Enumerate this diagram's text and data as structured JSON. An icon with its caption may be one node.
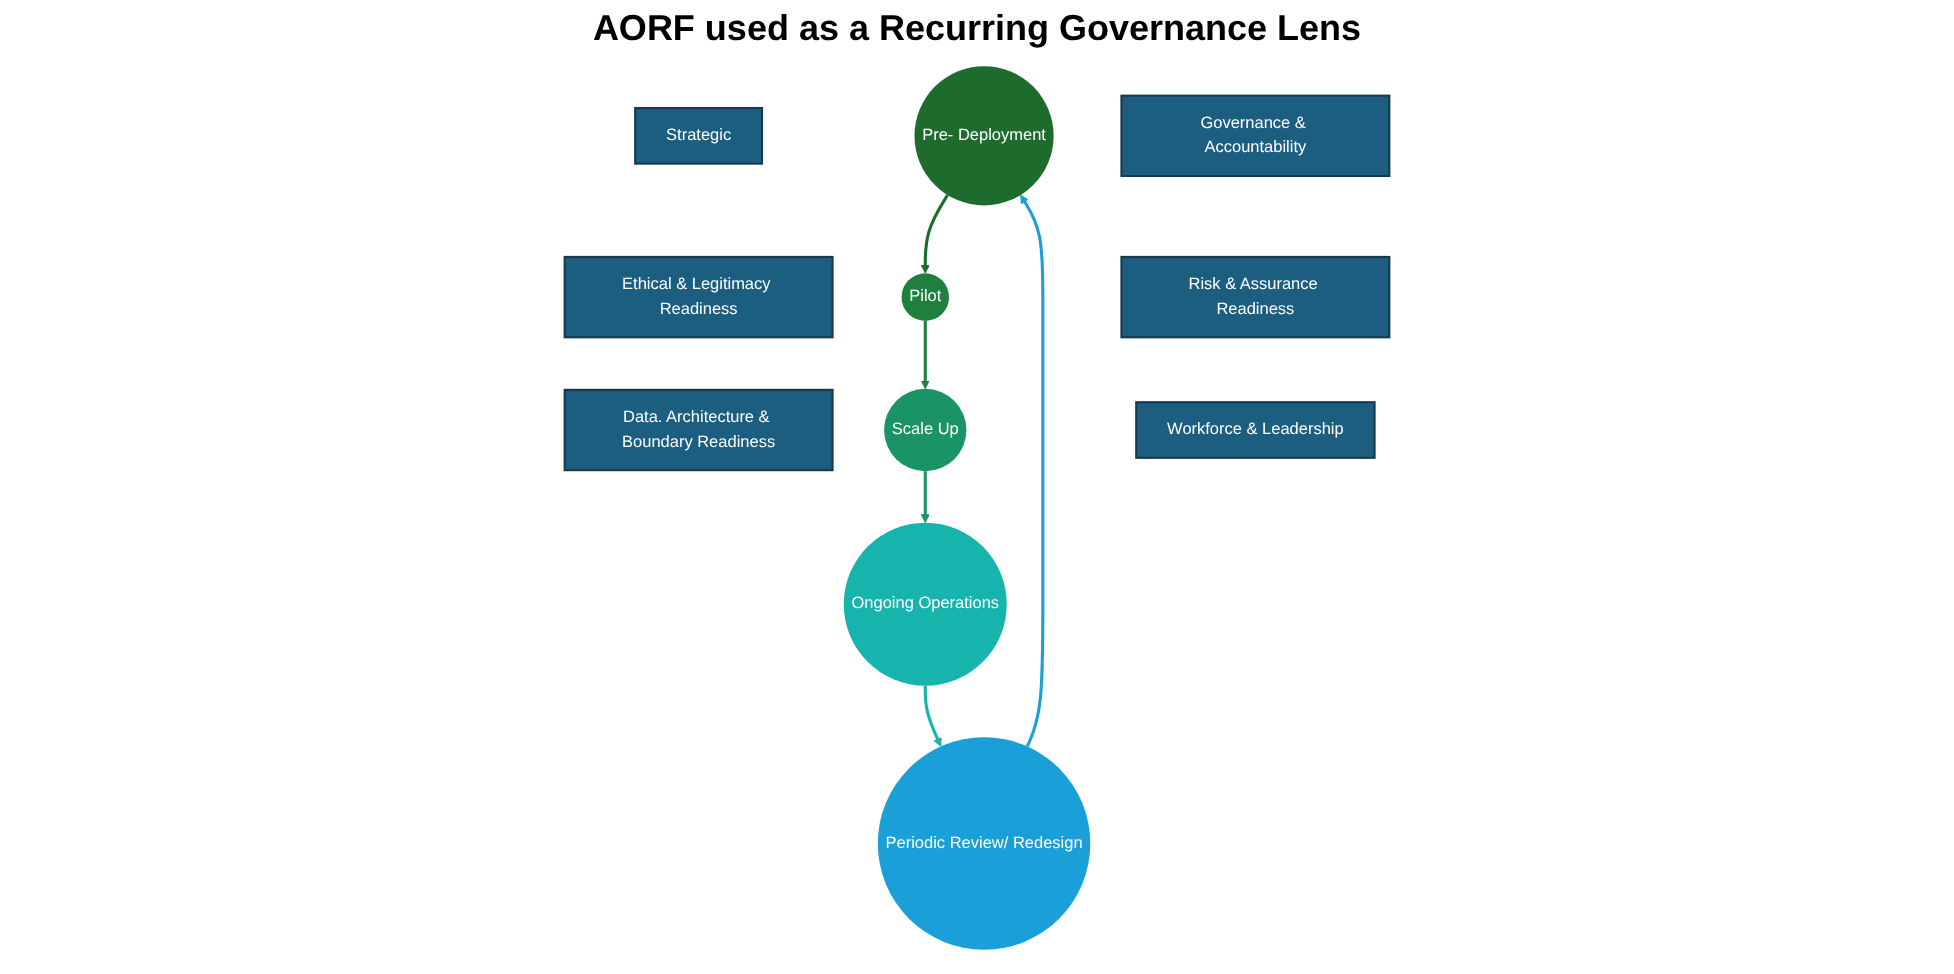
{
  "diagram": {
    "title": "AORF used as a Recurring Governance Lens",
    "nodes": [
      {
        "text": [
          "Strategic"
        ]
      },
      {
        "text": [
          "Ethical & Legitimacy Readiness"
        ]
      },
      {
        "text": [
          "Data. Architecture & Boundary Readiness"
        ]
      },
      {
        "text": [
          "Pre- Deployment"
        ]
      },
      {
        "text": [
          "Pilot"
        ]
      },
      {
        "text": [
          "Scale Up"
        ]
      },
      {
        "text": [
          "Ongoing Operations"
        ]
      },
      {
        "text": [
          "Periodic Review/ Redesign"
        ]
      },
      {
        "text": [
          "Governance & Accountability"
        ]
      },
      {
        "text": [
          "Risk & Assurance Readiness"
        ]
      },
      {
        "text": [
          "Workforce & Leadership"
        ]
      }
    ],
    "edges": [
      {
        "from": 3,
        "to": 4,
        "arrow": "to",
        "color": "#1e6b2e"
      },
      {
        "from": 4,
        "to": 5,
        "arrow": "to",
        "color": "#1f7f3f"
      },
      {
        "from": 5,
        "to": 6,
        "arrow": "to",
        "color": "#1a9466"
      },
      {
        "from": 6,
        "to": 7,
        "arrow": "to",
        "color": "#17b3ad"
      },
      {
        "from": 7,
        "to": 3,
        "arrow": "to",
        "color": "#1a9fd8"
      }
    ]
  }
}
